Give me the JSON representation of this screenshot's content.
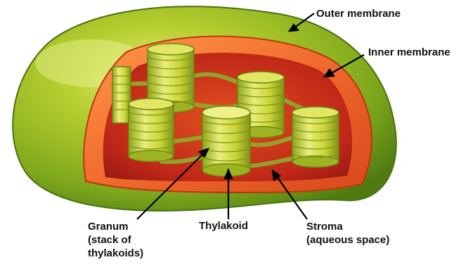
{
  "labels": {
    "outer_membrane": "Outer membrane",
    "inner_membrane": "Inner membrane",
    "granum_line1": "Granum",
    "granum_line2": "(stack of",
    "granum_line3": "thylakoids)",
    "thylakoid": "Thylakoid",
    "stroma_line1": "Stroma",
    "stroma_line2": "(aqueous space)"
  },
  "colors": {
    "outer_membrane": "#9cc21e",
    "outer_membrane_dark": "#5f8f16",
    "inner_membrane": "#ef6a2a",
    "stroma": "#c92a1a",
    "granum": "#d3dc4e",
    "stroma_lamellae": "#7fa028",
    "label_text": "#111111"
  }
}
